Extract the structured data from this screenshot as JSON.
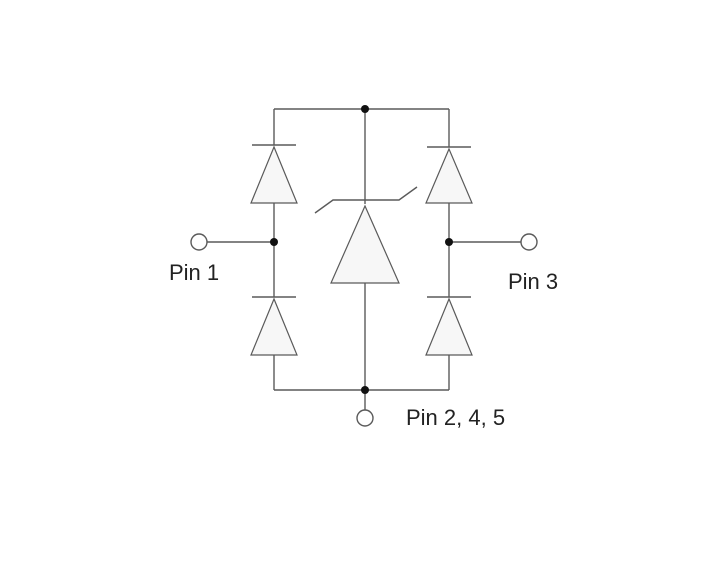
{
  "pins": {
    "pin1": "Pin 1",
    "pin3": "Pin 3",
    "pin245": "Pin 2, 4, 5"
  },
  "colors": {
    "wire": "#5a5a5a",
    "node": "#111111",
    "diode_fill": "#f7f7f7",
    "label": "#222222"
  }
}
